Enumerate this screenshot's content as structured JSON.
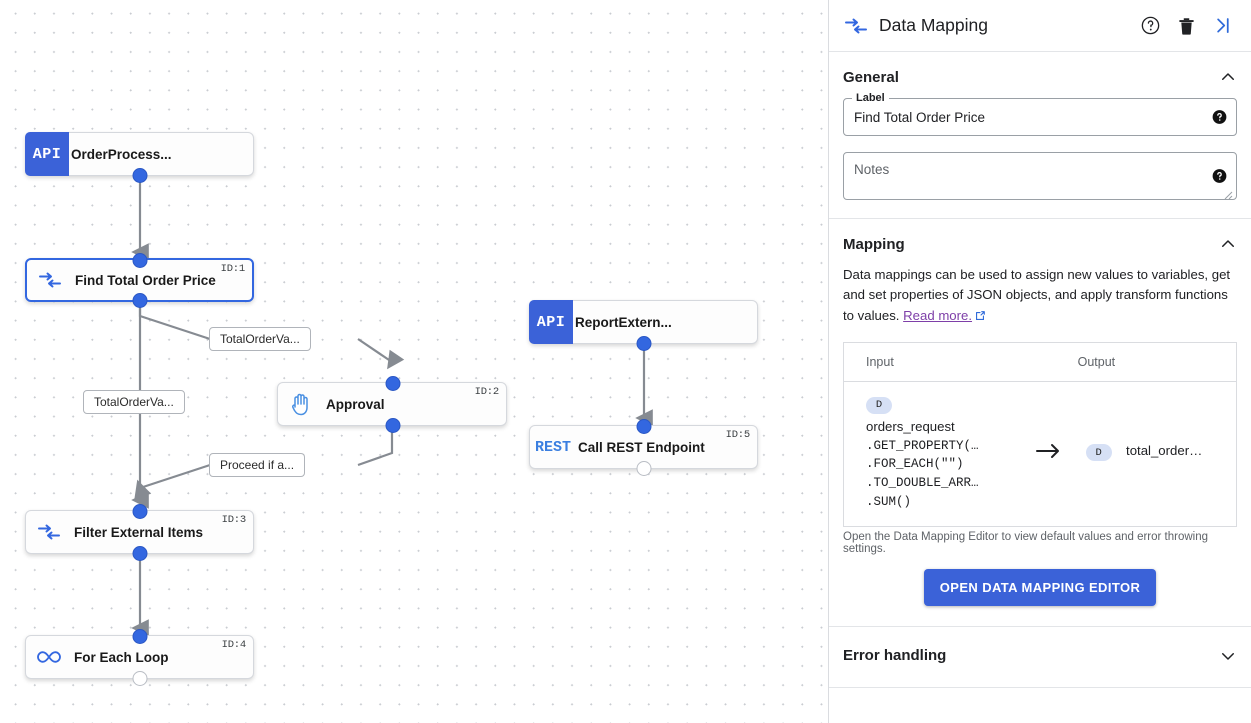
{
  "canvas": {
    "nodes": [
      {
        "id": "n1",
        "kind": "api",
        "icon_text": "API",
        "title": "OrderProcess...",
        "id_label": ""
      },
      {
        "id": "n2",
        "kind": "map",
        "icon_text": "",
        "title": "Find Total Order Price",
        "id_label": "ID:1",
        "selected": true
      },
      {
        "id": "n3",
        "kind": "approval",
        "icon_text": "",
        "title": "Approval",
        "id_label": "ID:2"
      },
      {
        "id": "n4",
        "kind": "map",
        "icon_text": "",
        "title": "Filter External Items",
        "id_label": "ID:3"
      },
      {
        "id": "n5",
        "kind": "loop",
        "icon_text": "",
        "title": "For Each Loop",
        "id_label": "ID:4"
      },
      {
        "id": "n6",
        "kind": "api",
        "icon_text": "API",
        "title": "ReportExtern...",
        "id_label": ""
      },
      {
        "id": "n7",
        "kind": "rest",
        "icon_text": "REST",
        "title": "Call REST Endpoint",
        "id_label": "ID:5"
      }
    ],
    "edge_labels": [
      {
        "id": "e1",
        "text": "TotalOrderVa..."
      },
      {
        "id": "e2",
        "text": "TotalOrderVa..."
      },
      {
        "id": "e3",
        "text": "Proceed if a..."
      }
    ]
  },
  "panel": {
    "header": {
      "title": "Data Mapping",
      "icon": "data-mapping-icon",
      "help_icon": "help-circle-icon",
      "delete_icon": "trash-icon",
      "collapse_icon": "collapse-right-icon"
    },
    "general": {
      "title": "General",
      "label_legend": "Label",
      "label_value": "Find Total Order Price",
      "notes_placeholder": "Notes"
    },
    "mapping": {
      "title": "Mapping",
      "description": "Data mappings can be used to assign new values to variables, get and set properties of JSON objects, and apply transform functions to values.",
      "read_more": "Read more.",
      "table": {
        "headers": [
          "Input",
          "Output"
        ],
        "rows": [
          {
            "input_badge": "D",
            "input_lines": [
              "orders_request",
              ".GET_PROPERTY(…",
              ".FOR_EACH(\"\")",
              ".TO_DOUBLE_ARR…",
              ".SUM()"
            ],
            "arrow": "→",
            "output_badge": "D",
            "output_value": "total_order…"
          }
        ]
      },
      "hint": "Open the Data Mapping Editor to view default values and error throwing settings.",
      "button_label": "OPEN DATA MAPPING EDITOR"
    },
    "error_handling": {
      "title": "Error handling"
    }
  },
  "colors": {
    "accent": "#3b62d8",
    "selected_border": "#3367e0",
    "port": "#3367e0",
    "link": "#7e3fa8",
    "badge_bg": "#d6e0f5"
  }
}
